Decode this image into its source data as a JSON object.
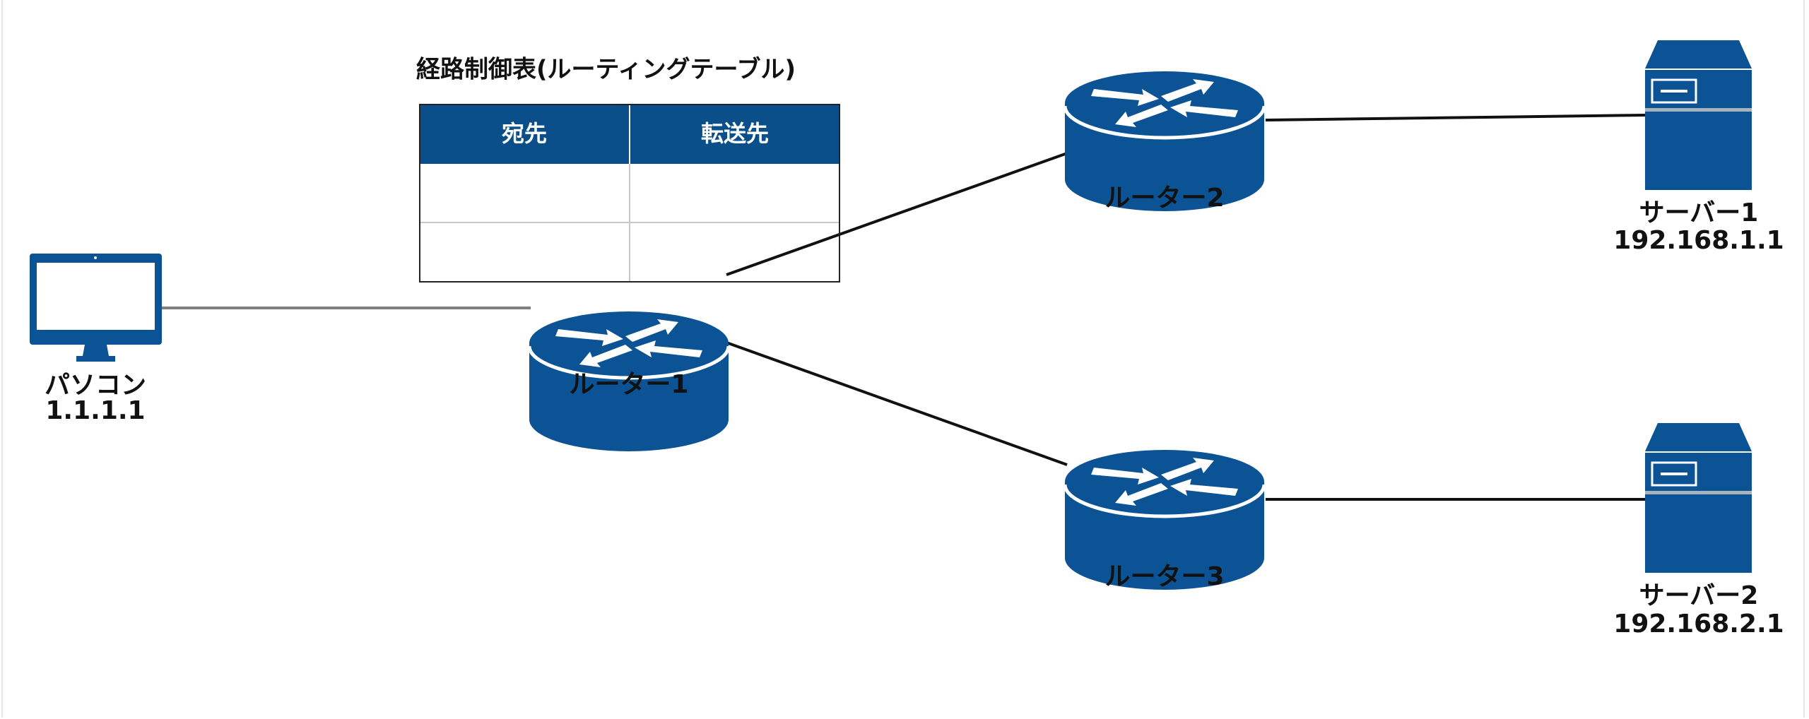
{
  "colors": {
    "device": "#0b5394",
    "table_header": "#0b4f8a",
    "link": "#111111",
    "link_pc": "#808080"
  },
  "routing_table": {
    "title": "経路制御表(ルーティングテーブル)",
    "headers": [
      "宛先",
      "転送先"
    ],
    "rows": [
      [
        "",
        ""
      ],
      [
        "",
        ""
      ]
    ]
  },
  "nodes": {
    "pc": {
      "name": "パソコン",
      "ip": "1.1.1.1",
      "icon": "monitor-icon"
    },
    "router1": {
      "name": "ルーター1",
      "icon": "router-icon"
    },
    "router2": {
      "name": "ルーター2",
      "icon": "router-icon"
    },
    "router3": {
      "name": "ルーター3",
      "icon": "router-icon"
    },
    "server1": {
      "name": "サーバー1",
      "ip": "192.168.1.1",
      "icon": "server-icon"
    },
    "server2": {
      "name": "サーバー2",
      "ip": "192.168.2.1",
      "icon": "server-icon"
    }
  }
}
